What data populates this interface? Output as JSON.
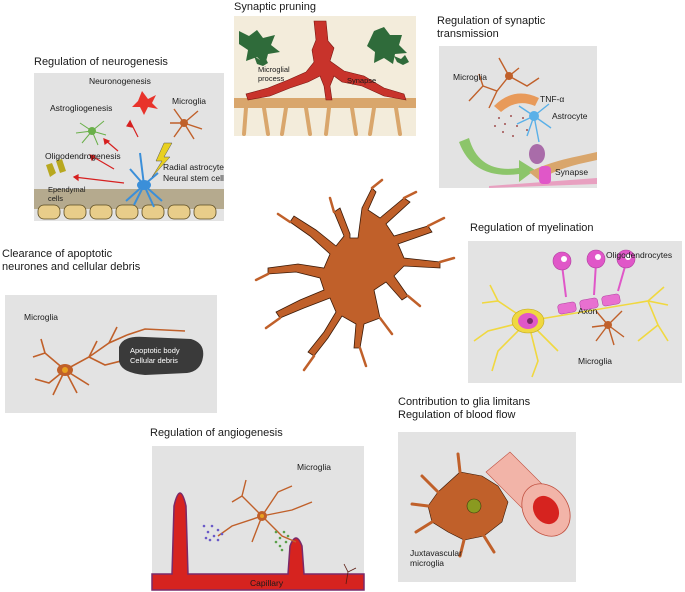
{
  "headings": {
    "synaptic_pruning": "Synaptic pruning",
    "synaptic_transmission": [
      "Regulation of synaptic",
      "transmission"
    ],
    "neurogenesis": "Regulation of neurogenesis",
    "clearance": [
      "Clearance of apoptotic",
      "neurones and cellular debris"
    ],
    "myelination": "Regulation of myelination",
    "angiogenesis": "Regulation of angiogenesis",
    "glia_limitans": [
      "Contribution to glia limitans",
      "Regulation of blood flow"
    ]
  },
  "neurogenesis_panel": {
    "neuronogenesis": "Neuronogenesis",
    "astrogliogenesis": "Astrogliogenesis",
    "oligodendrogenesis": "Oligodendrogenesis",
    "microglia": "Microglia",
    "radial_astrocyte": "Radial astrocyte",
    "neural_stem_cell": "Neural stem cell",
    "ependymal": [
      "Ependymal",
      "cells"
    ]
  },
  "pruning_panel": {
    "microglial_process": [
      "Microglial",
      "process"
    ],
    "synapse": "Synapse"
  },
  "transmission_panel": {
    "microglia": "Microglia",
    "tnf": "TNF-α",
    "astrocyte": "Astrocyte",
    "synapse": "Synapse"
  },
  "clearance_panel": {
    "microglia": "Microglia",
    "apoptotic_body": "Apoptotic body",
    "cellular_debris": "Cellular debris"
  },
  "myelination_panel": {
    "oligodendrocytes": "Oligodendrocytes",
    "axon": "Axon",
    "microglia": "Microglia"
  },
  "angiogenesis_panel": {
    "microglia": "Microglia",
    "capillary": "Capillary"
  },
  "glia_panel": {
    "juxtavascular": [
      "Juxtavascular",
      "microglia"
    ]
  },
  "colors": {
    "microglia": "#c0602a",
    "microglia_outline": "#3a1a08",
    "panel_bg": "#e3e3e3",
    "vessel": "#d6231f",
    "astrocyte": "#3b8fd9",
    "oligodendrocyte": "#e057c8",
    "ependymal": "#e8cd8a",
    "pruning_green": "#2f6b3a"
  }
}
